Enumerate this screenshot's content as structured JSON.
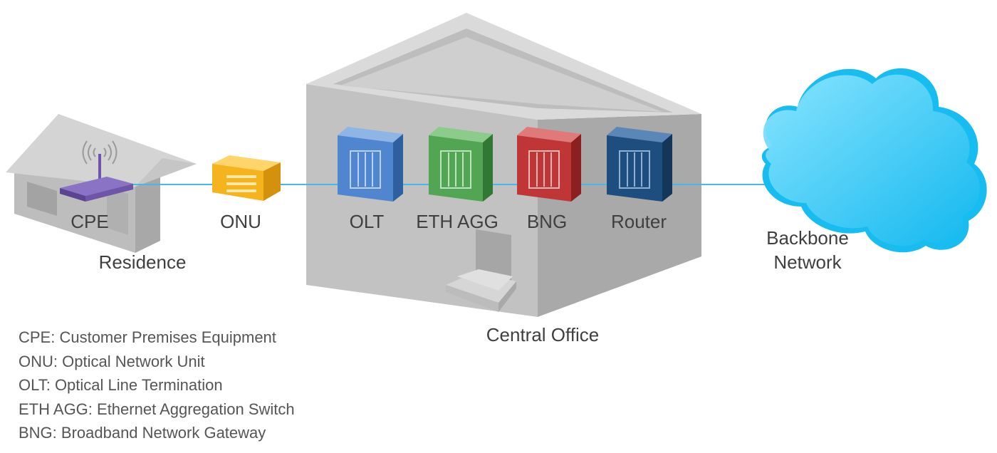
{
  "devices": {
    "cpe": "CPE",
    "onu": "ONU",
    "olt": "OLT",
    "eth_agg": "ETH AGG",
    "bng": "BNG",
    "router": "Router"
  },
  "locations": {
    "residence": "Residence",
    "central_office": "Central Office",
    "backbone_line1": "Backbone",
    "backbone_line2": "Network"
  },
  "legend": [
    "CPE: Customer Premises Equipment",
    "ONU: Optical Network Unit",
    "OLT: Optical Line Termination",
    "ETH AGG: Ethernet Aggregation Switch",
    "BNG: Broadband Network Gateway"
  ],
  "colors": {
    "link": "#48b8e6",
    "cpe": "#6e55a8",
    "onu": "#f5b31e",
    "olt": "#4f86cf",
    "eth_agg": "#52a653",
    "bng": "#c03536",
    "router": "#1e4e80",
    "cloud": "#2fc6f3",
    "building": "#c9c9c9"
  },
  "icons": {
    "wifi": "wifi-icon",
    "house": "house-icon",
    "building": "building-icon",
    "cloud": "cloud-icon"
  }
}
